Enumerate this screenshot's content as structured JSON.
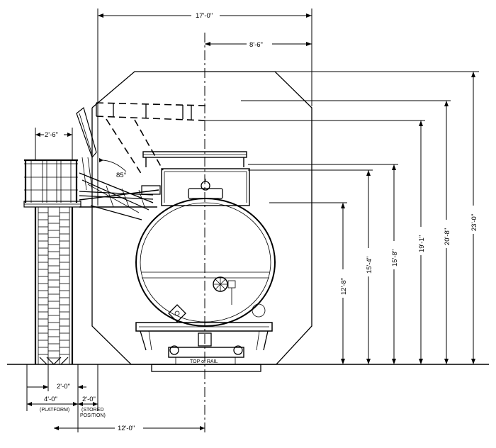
{
  "dimensions": {
    "overall_width": "17'-0\"",
    "half_width": "8'-6\"",
    "platform_top_width": "2'-6\"",
    "height_23": "23'-0\"",
    "height_20_8": "20'-8\"",
    "height_19_1": "19'-1\"",
    "height_15_8": "15'-8\"",
    "height_15_4": "15'-4\"",
    "height_12_8": "12'-8\"",
    "ladder_width": "2'-0\"",
    "platform_width": "4'-0\"",
    "platform_note": "(PLATFORM)",
    "stored_width": "2'-0\"",
    "stored_note_1": "(STORED",
    "stored_note_2": "POSITION)",
    "offset_to_center": "12'-0\"",
    "angle": "85°"
  },
  "annotations": {
    "rail_label": "TOP of RAIL"
  }
}
